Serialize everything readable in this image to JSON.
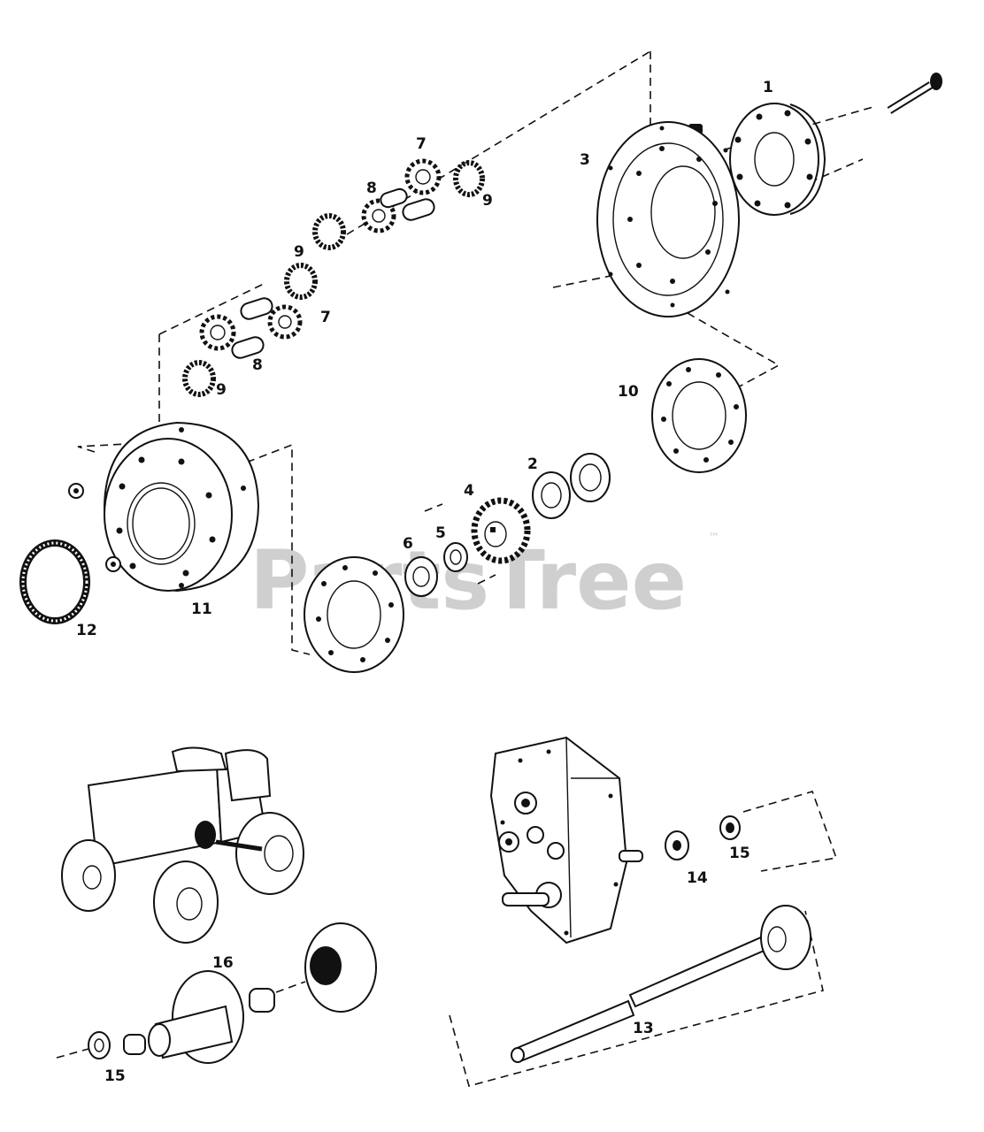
{
  "watermark": {
    "text": "PartsTree",
    "trademark": "™"
  },
  "callouts": {
    "c1": "1",
    "c2": "2",
    "c3": "3",
    "c4": "4",
    "c5": "5",
    "c6": "6",
    "c7a": "7",
    "c7b": "7",
    "c8a": "8",
    "c8b": "8",
    "c9a": "9",
    "c9b": "9",
    "c9c": "9",
    "c10": "10",
    "c11": "11",
    "c12": "12",
    "c13": "13",
    "c14": "14",
    "c15a": "15",
    "c15b": "15",
    "c16": "16"
  },
  "icons": [
    "hub-flange",
    "bolt",
    "housing-plate",
    "pinion-gear",
    "spring",
    "pin",
    "gasket",
    "washer",
    "bushing",
    "gear",
    "differential-case",
    "bearing-ring",
    "nut",
    "axle",
    "tractor",
    "transmission-case"
  ]
}
